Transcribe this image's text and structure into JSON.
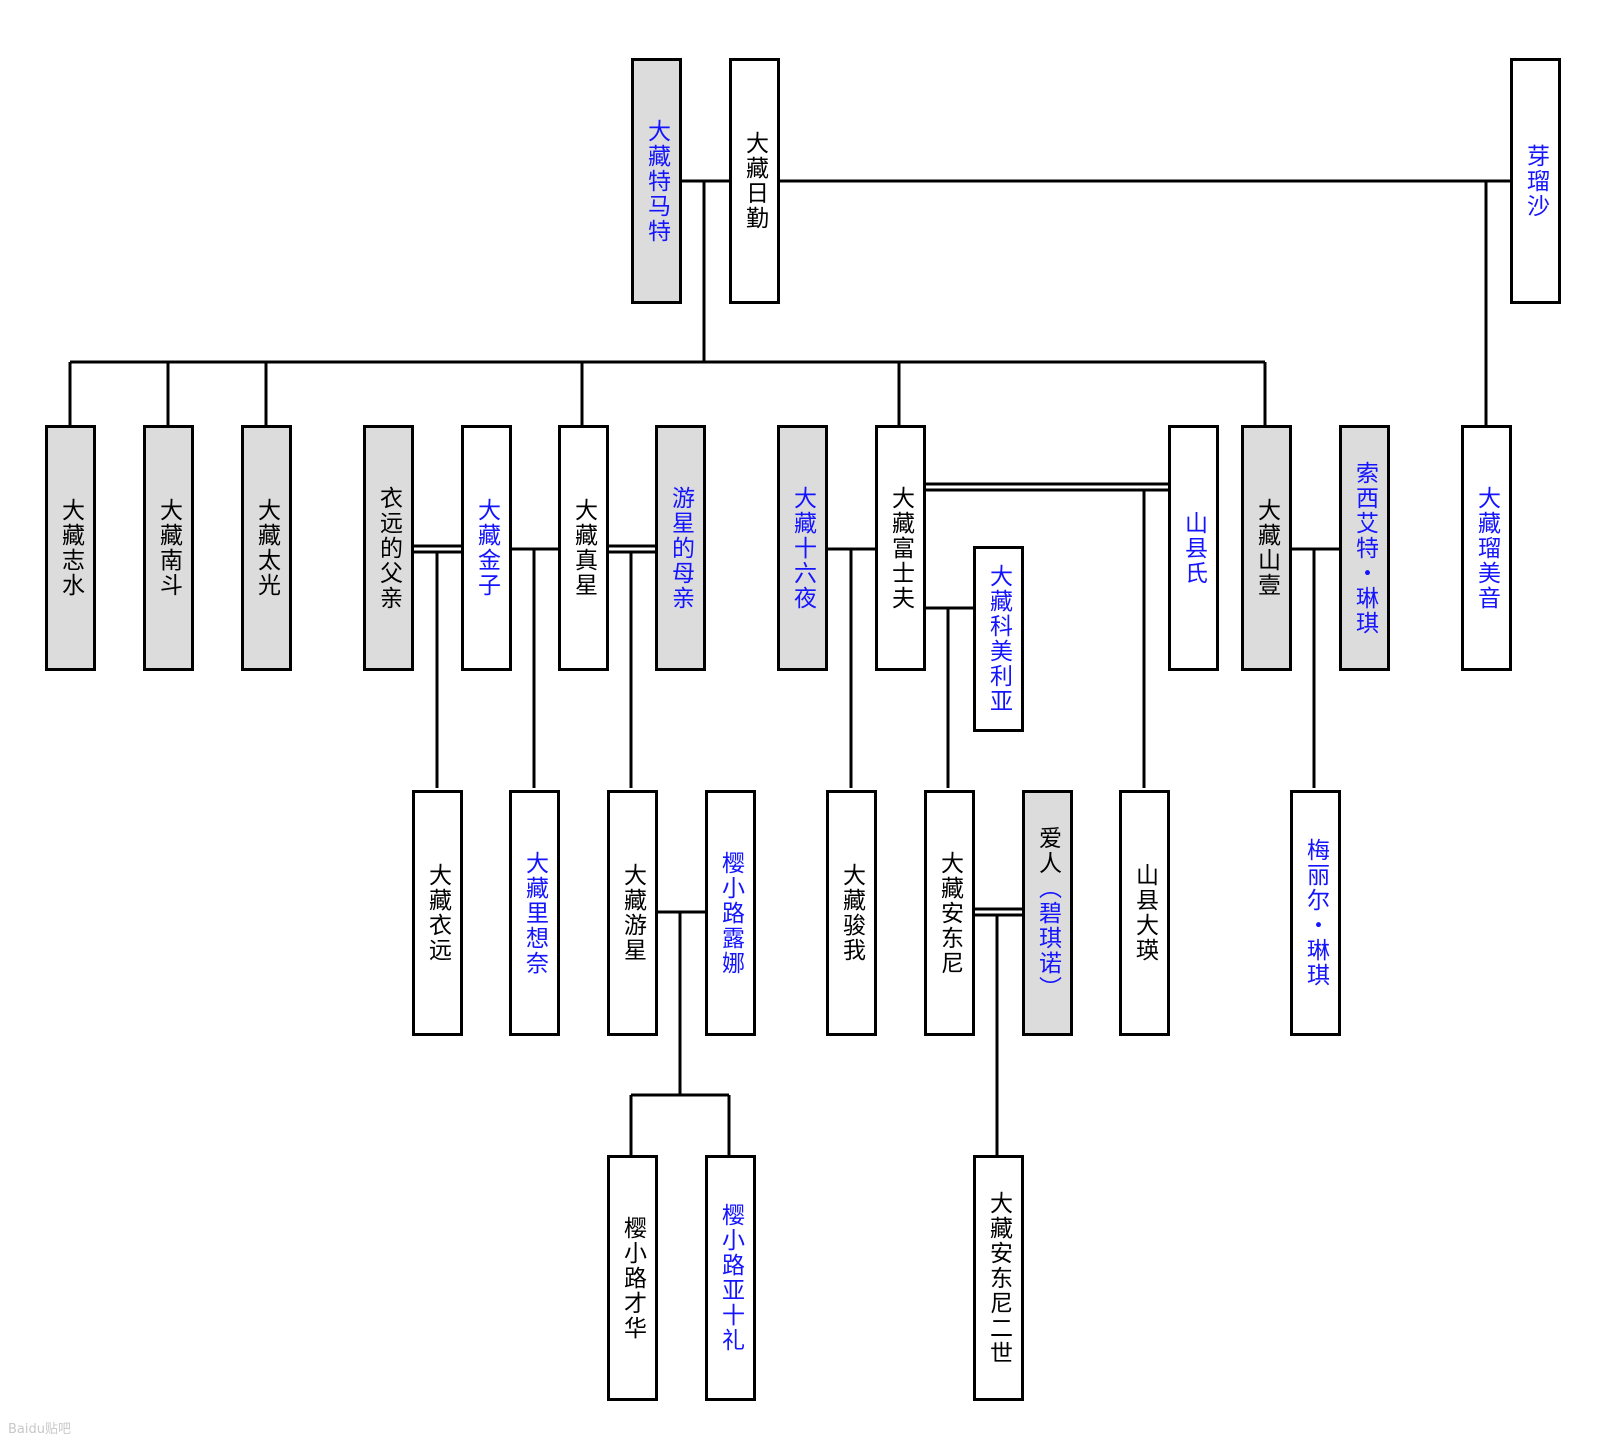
{
  "colors": {
    "highlighted_name": "#1414ff",
    "default_name": "#000000",
    "gray_box": "#dcdcdc",
    "white_box": "#ffffff",
    "line": "#000000"
  },
  "people": {
    "tomato": "大藏特马特",
    "hikatsu": "大藏日勤",
    "meruru": "芽瑠沙",
    "shisui": "大藏志水",
    "nanto": "大藏南斗",
    "taiko": "大藏太光",
    "iyon_father": "衣远的父亲",
    "kinko": "大藏金子",
    "shinsei": "大藏真星",
    "yusei_mother": "游星的母亲",
    "izayoi": "大藏十六夜",
    "fujio": "大藏富士夫",
    "cornelia": "大藏科美利亚",
    "yamagata": "山县氏",
    "sanichi": "大藏山壹",
    "sophie": "索西艾特・琳琪",
    "rumine": "大藏瑠美音",
    "iyon": "大藏衣远",
    "risona": "大藏里想奈",
    "yusei": "大藏游星",
    "luna": "樱小路露娜",
    "shunga": "大藏骏我",
    "antony": "大藏安东尼",
    "lover_prefix": "爱人",
    "lover_name": "（碧琪诺）",
    "taiei": "山县大瑛",
    "melanie": "梅丽尔・琳琪",
    "saika": "樱小路才华",
    "atoreia": "樱小路亚十礼",
    "antony2": "大藏安东尼二世"
  },
  "watermark": "Baidu贴吧"
}
